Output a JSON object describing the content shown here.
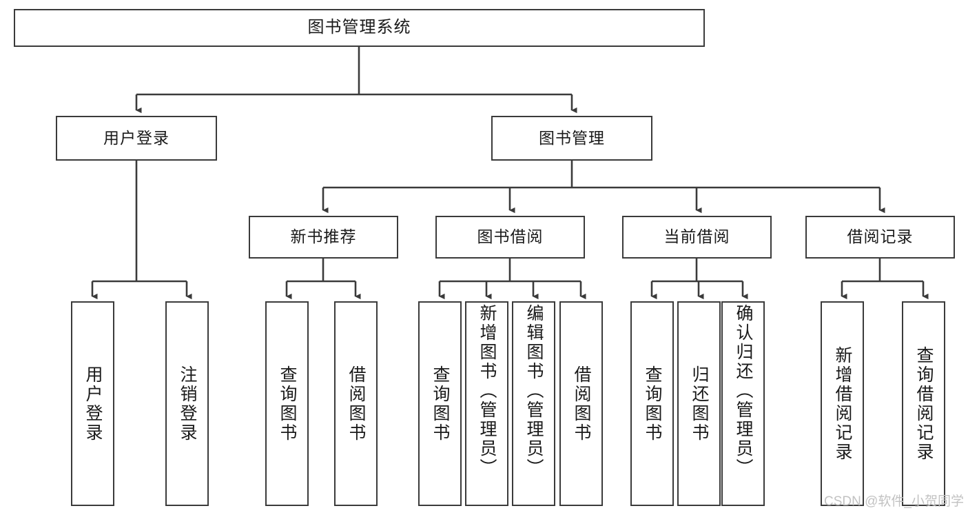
{
  "diagram": {
    "type": "tree",
    "title": "图书管理系统",
    "root": {
      "label": "图书管理系统"
    },
    "level2": [
      {
        "label": "用户登录"
      },
      {
        "label": "图书管理"
      }
    ],
    "level3": [
      {
        "label": "新书推荐"
      },
      {
        "label": "图书借阅"
      },
      {
        "label": "当前借阅"
      },
      {
        "label": "借阅记录"
      }
    ],
    "leaves": {
      "user_login": [
        {
          "label": "用户登录"
        },
        {
          "label": "注销登录"
        }
      ],
      "new_book_recommend": [
        {
          "label": "查询图书"
        },
        {
          "label": "借阅图书"
        }
      ],
      "book_borrow": [
        {
          "label": "查询图书"
        },
        {
          "label": "新增图书（管理员）"
        },
        {
          "label": "编辑图书（管理员）"
        },
        {
          "label": "借阅图书"
        }
      ],
      "current_borrow": [
        {
          "label": "查询图书"
        },
        {
          "label": "归还图书"
        },
        {
          "label": "确认归还（管理员）"
        }
      ],
      "borrow_record": [
        {
          "label": "新增借阅记录"
        },
        {
          "label": "查询借阅记录"
        }
      ]
    }
  },
  "watermark": {
    "text": "CSDN @软件_小贺同学"
  },
  "colors": {
    "border": "#3a3a3a",
    "text": "#1a1a1a",
    "background": "#ffffff",
    "watermark": "#c2c2c2"
  }
}
